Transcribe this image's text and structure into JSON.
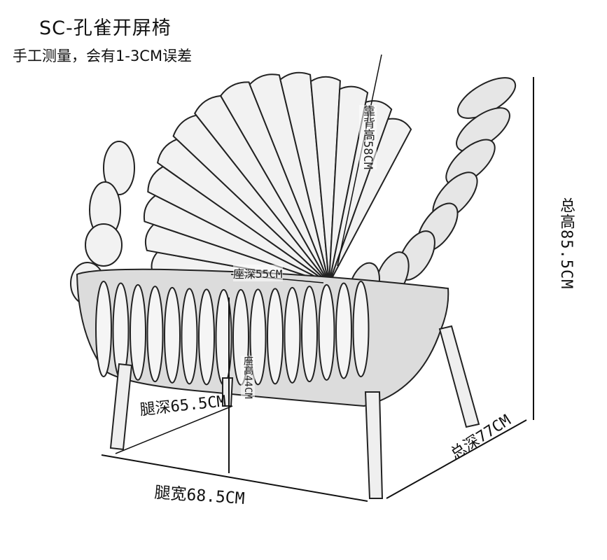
{
  "header": {
    "title": "SC-孔雀开屏椅",
    "subtitle": "手工测量，会有1-3CM误差"
  },
  "dimensions": {
    "total_height": "总高85.5CM",
    "back_height": "靠背高58CM",
    "seat_depth": "座深55CM",
    "seat_height": "座高44CM",
    "leg_depth": "腿深65.5CM",
    "leg_width": "腿宽68.5CM",
    "total_depth": "总深77CM"
  },
  "colors": {
    "ink": "#111111",
    "background": "#ffffff"
  }
}
